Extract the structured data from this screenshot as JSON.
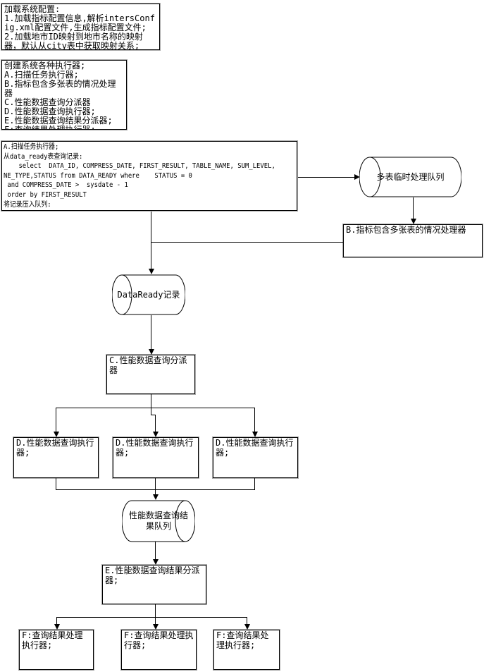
{
  "page": {
    "background": "#ffffff",
    "ink": "#000000",
    "accent_gray": "#a9a9a9"
  },
  "notes": {
    "config": {
      "text": "加载系统配置:\n1.加载指标配置信息,解析intersConfig.xml配置文件,生成指标配置文件;\n2.加载地市ID映射到地市名称的映射器，默认从city表中获取映射关系;"
    },
    "executors": {
      "text": "创建系统各种执行器;\nA.扫描任务执行器;\nB.指标包含多张表的情况处理器\nC.性能数据查询分派器\nD.性能数据查询执行器;\nE.性能数据查询结果分派器;\nF:查询结果处理执行器;"
    }
  },
  "nodes": {
    "scan_executor": {
      "text": "A.扫描任务执行器;\n从data_ready表查询记录:\n    select  DATA_ID, COMPRESS_DATE, FIRST_RESULT, TABLE_NAME, SUM_LEVEL,\nNE_TYPE,STATUS from DATA_READY where    STATUS = 0\n and COMPRESS_DATE >  sysdate - 1\n order by FIRST_RESULT\n将记录压入队列:"
    },
    "multi_table_queue": {
      "label": "多表临时处理队列"
    },
    "multi_table_handler": {
      "label": "B.指标包含多张表的情况处理器"
    },
    "dataready_queue": {
      "label": "DataReady记录"
    },
    "query_dispatcher": {
      "label": "C.性能数据查询分派器"
    },
    "query_executor": {
      "label": "D.性能数据查询执行器;"
    },
    "result_queue": {
      "label": "性能数据查询结果队列"
    },
    "result_dispatcher": {
      "label": "E.性能数据查询结果分派器;"
    },
    "result_executor": {
      "label": "F:查询结果处理执行器;"
    }
  }
}
